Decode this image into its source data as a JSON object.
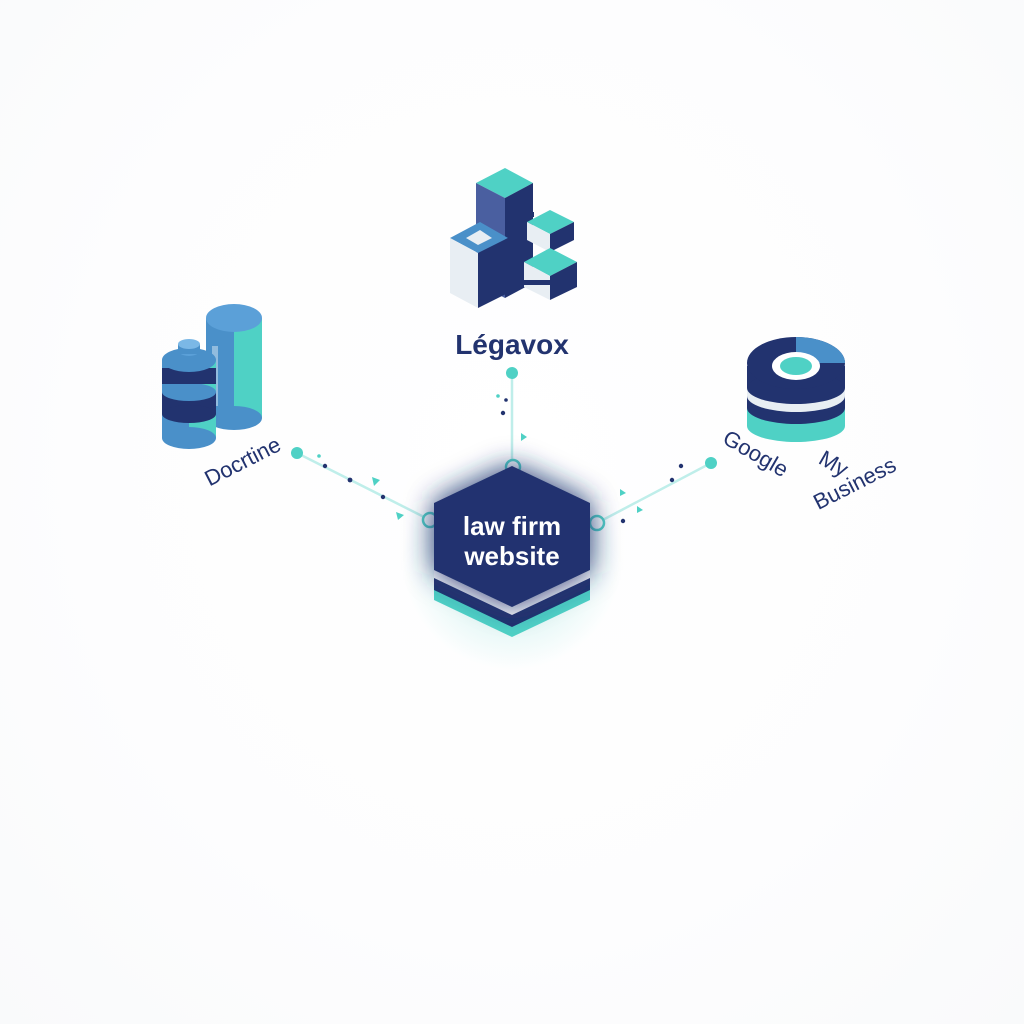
{
  "diagram": {
    "hub": {
      "line1": "law firm",
      "line2": "website"
    },
    "nodes": {
      "legavox": {
        "label": "Légavox",
        "icon": "isometric-blocks-icon"
      },
      "doctrine": {
        "label": "Docrtine",
        "icon": "server-cylinders-icon"
      },
      "google": {
        "label_1": "Google",
        "label_2": "My",
        "label_3": "Business",
        "icon": "database-stack-icon"
      }
    },
    "colors": {
      "navy": "#22336f",
      "blue": "#4a90c9",
      "teal": "#4fd1c5",
      "light": "#e8eef3"
    }
  }
}
